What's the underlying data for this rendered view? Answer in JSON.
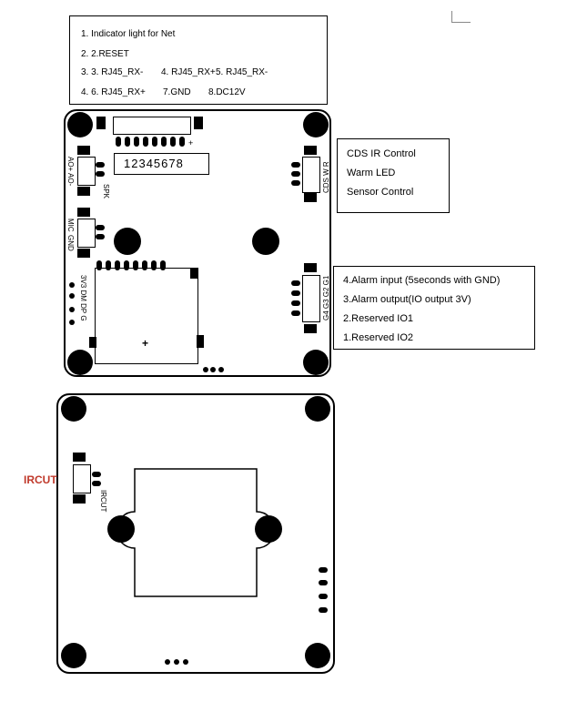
{
  "legend_top": {
    "line1": "1.      Indicator light for Net",
    "line2": "2.   2.RESET",
    "line3a": "3.   3. RJ45_RX-",
    "line3b": "4. RJ45_RX+",
    "line3c": "5. RJ45_RX-",
    "line4a": "4.   6. RJ45_RX+",
    "line4b": "7.GND",
    "line4c": "8.DC12V"
  },
  "board1": {
    "plus_small": "+",
    "connector_numbers": "12345678",
    "ao_label": "AO+ AO-",
    "spk_label": "SPK",
    "mic_label": "MIC",
    "gnd_label": "GND",
    "iocon_label": "3V3 DM DP G",
    "cds_label": "CDS W R",
    "io_label": "G4 G3 G2 G1",
    "sd_plus": "+"
  },
  "legend_cds": {
    "line1": "CDS IR Control",
    "line2": "Warm LED",
    "line3": "Sensor Control"
  },
  "legend_alarm": {
    "line1": "4.Alarm input (5seconds with GND)",
    "line2": "3.Alarm output(IO output 3V)",
    "line3": "2.Reserved IO1",
    "line4": "1.Reserved IO2"
  },
  "board2": {
    "ircut_side_label": "IRCUT",
    "ircut_silk_label": "IRCUT"
  },
  "colors": {
    "ircut_red": "#c0392b",
    "line": "#000000"
  }
}
